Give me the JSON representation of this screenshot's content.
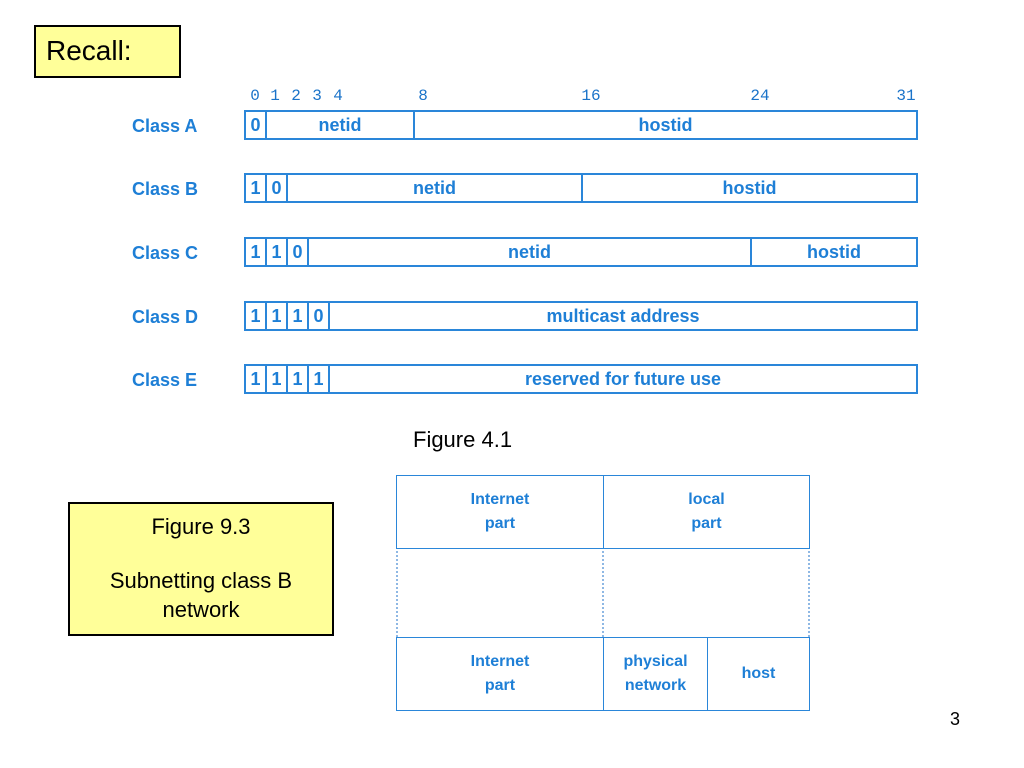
{
  "recall": "Recall:",
  "bit_numbers": [
    "0",
    "1",
    "2",
    "3",
    "4",
    "8",
    "16",
    "24",
    "31"
  ],
  "classes": [
    {
      "label": "Class A",
      "bits": [
        "0"
      ],
      "fields": [
        "netid",
        "hostid"
      ]
    },
    {
      "label": "Class B",
      "bits": [
        "1",
        "0"
      ],
      "fields": [
        "netid",
        "hostid"
      ]
    },
    {
      "label": "Class C",
      "bits": [
        "1",
        "1",
        "0"
      ],
      "fields": [
        "netid",
        "hostid"
      ]
    },
    {
      "label": "Class D",
      "bits": [
        "1",
        "1",
        "1",
        "0"
      ],
      "fields": [
        "multicast address"
      ]
    },
    {
      "label": "Class E",
      "bits": [
        "1",
        "1",
        "1",
        "1"
      ],
      "fields": [
        "reserved for future use"
      ]
    }
  ],
  "figure41_caption": "Figure 4.1",
  "figure93": {
    "title": "Figure 9.3",
    "description_line1": "Subnetting class B",
    "description_line2": "network"
  },
  "subnet_top": {
    "internet": [
      "Internet",
      "part"
    ],
    "local": [
      "local",
      "part"
    ]
  },
  "subnet_bottom": {
    "internet": [
      "Internet",
      "part"
    ],
    "physical": [
      "physical",
      "network"
    ],
    "host": "host"
  },
  "page_number": "3",
  "colors": {
    "diagram_blue": "#1e7fd6",
    "note_yellow": "#ffff99"
  }
}
